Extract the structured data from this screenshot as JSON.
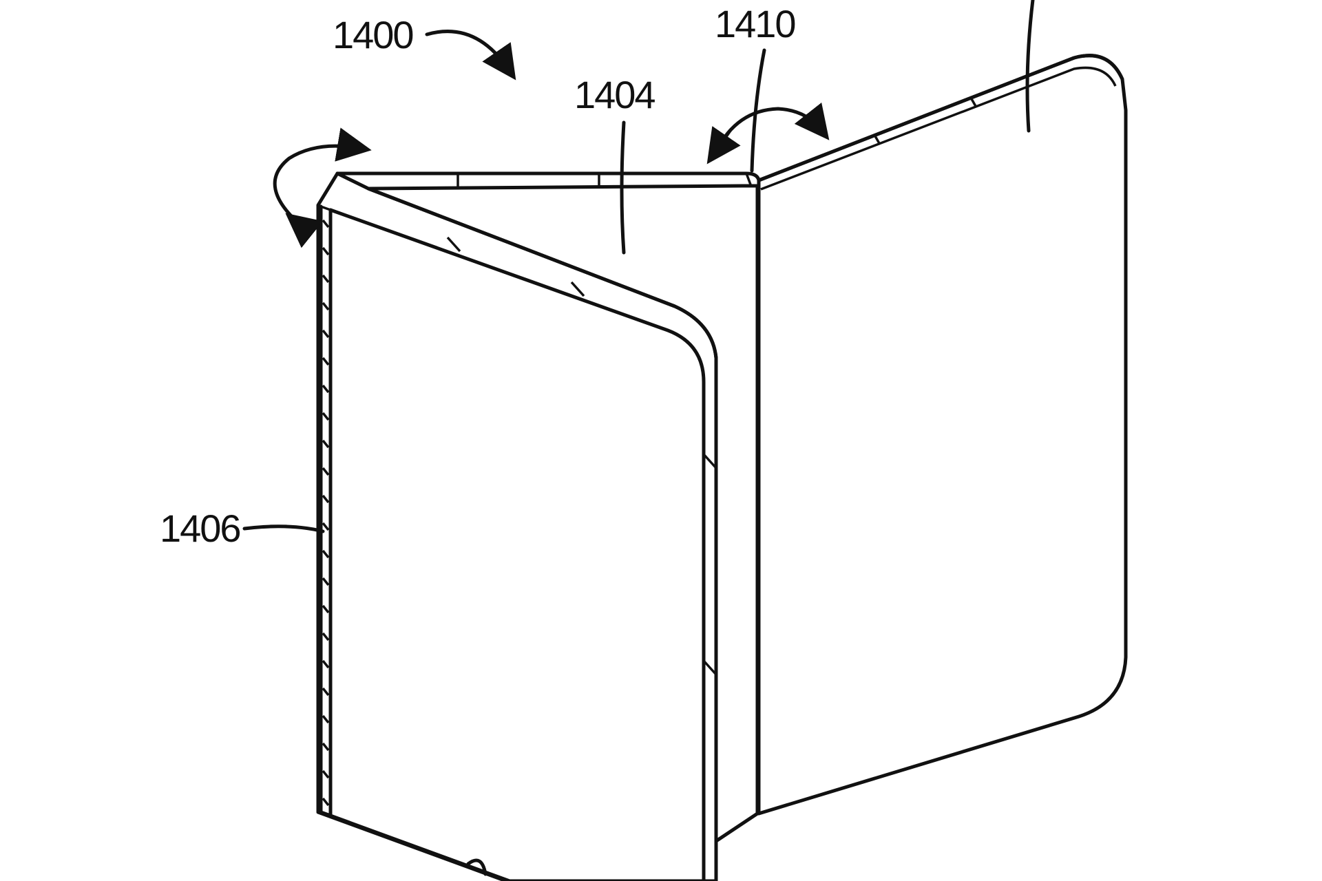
{
  "figure": {
    "labels": {
      "device": "1400",
      "middle_panel": "1404",
      "hinge": "1410",
      "left_edge": "1406"
    },
    "colors": {
      "ink": "#111111",
      "background": "#ffffff"
    }
  }
}
